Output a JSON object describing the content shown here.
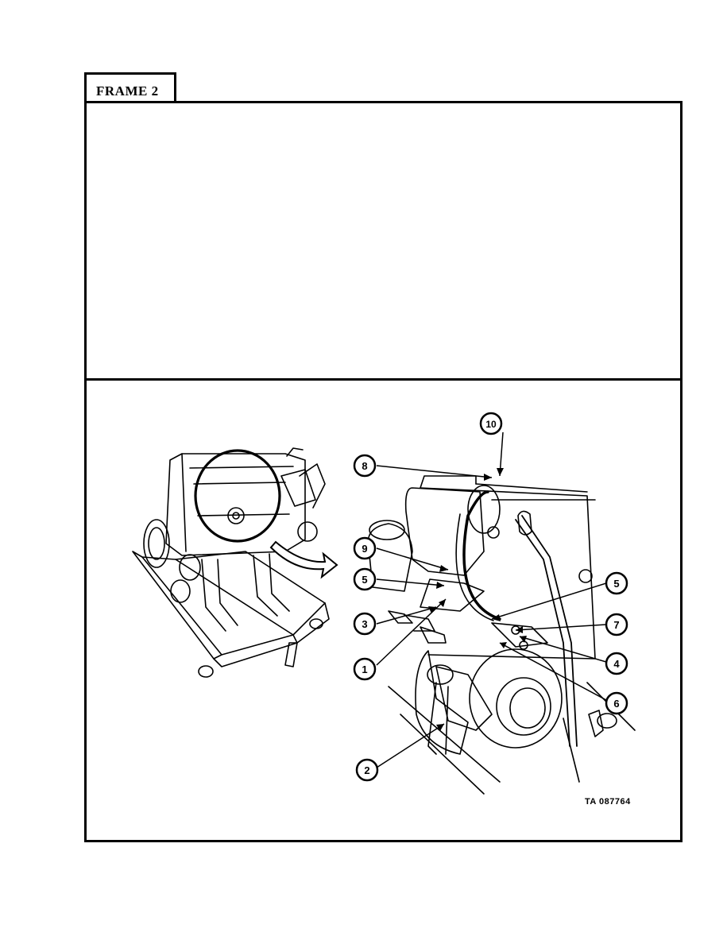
{
  "frame": {
    "label": "FRAME 2"
  },
  "instructions": {
    "text": ""
  },
  "illustration": {
    "callouts": [
      "10",
      "8",
      "9",
      "5",
      "3",
      "1",
      "2",
      "5",
      "7",
      "4",
      "6"
    ],
    "figure_code": "TA 087764"
  }
}
